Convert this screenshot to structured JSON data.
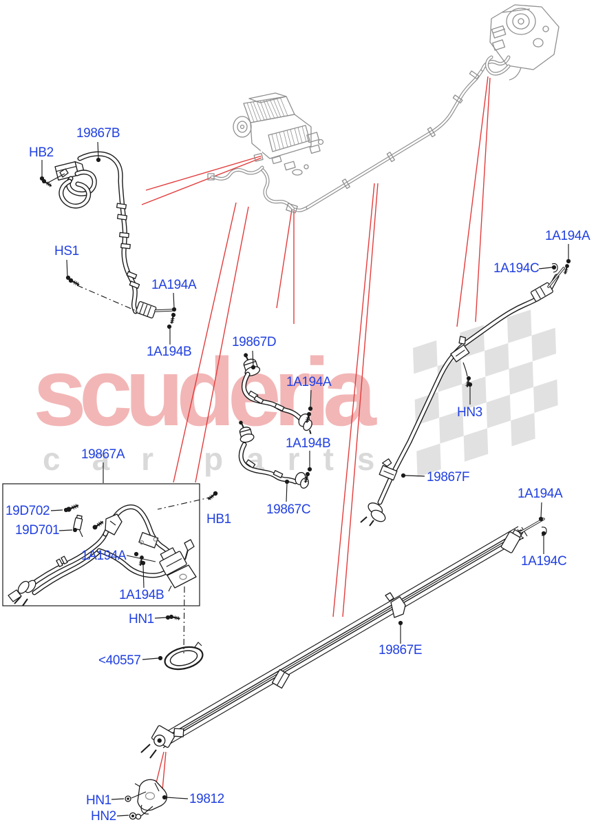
{
  "watermark": {
    "brand": "scuderia",
    "tagline_words": [
      "car",
      "parts"
    ],
    "brand_color": "#f2b6b6",
    "tagline_color": "#d9d9d9"
  },
  "diagram": {
    "type": "exploded-parts-diagram",
    "description": "Air conditioning / heater pipes parts diagram with callouts",
    "label_color": "#2140e0",
    "leader_color": "#1a1a1a",
    "callout_color": "#e23b3b",
    "labels": [
      {
        "text": "19867B"
      },
      {
        "text": "HB2"
      },
      {
        "text": "HS1"
      },
      {
        "text": "1A194A"
      },
      {
        "text": "1A194B"
      },
      {
        "text": "19867D"
      },
      {
        "text": "1A194A"
      },
      {
        "text": "1A194B"
      },
      {
        "text": "19867C"
      },
      {
        "text": "1A194A"
      },
      {
        "text": "1A194C"
      },
      {
        "text": "HN3"
      },
      {
        "text": "19867F"
      },
      {
        "text": "1A194A"
      },
      {
        "text": "1A194C"
      },
      {
        "text": "19867A"
      },
      {
        "text": "19D702"
      },
      {
        "text": "19D701"
      },
      {
        "text": "HB1"
      },
      {
        "text": "1A194A"
      },
      {
        "text": "1A194B"
      },
      {
        "text": "HN1"
      },
      {
        "text": "<40557"
      },
      {
        "text": "19867E"
      },
      {
        "text": "HN1"
      },
      {
        "text": "19812"
      },
      {
        "text": "HN2"
      }
    ]
  }
}
